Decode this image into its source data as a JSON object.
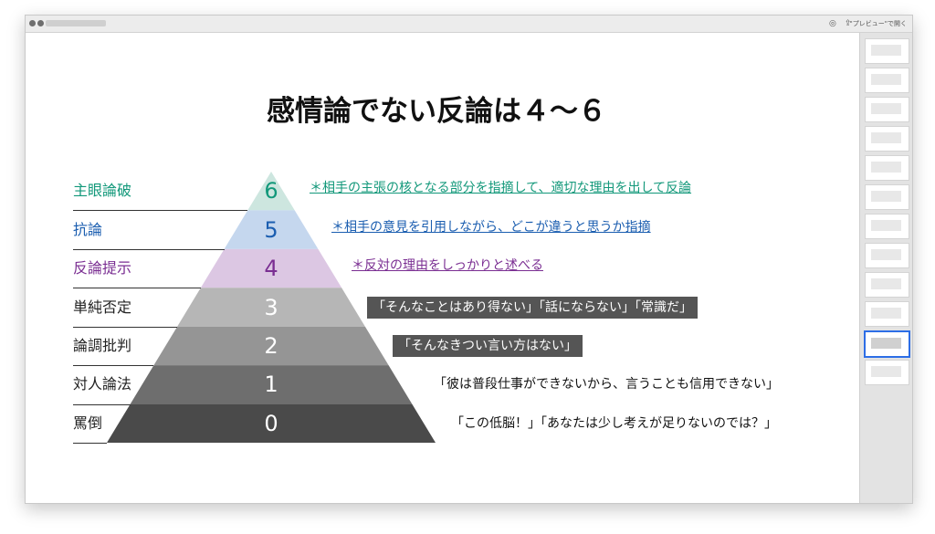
{
  "window": {
    "open_in_preview": "\"プレビュー\"で開く",
    "icons": [
      "traffic-light-close-icon",
      "traffic-light-minimize-icon",
      "rotate-icon",
      "share-icon"
    ]
  },
  "slide": {
    "title": "感情論でない反論は４～６",
    "levels": [
      {
        "num": "6",
        "label": "主眼論破",
        "color": "#12987a",
        "fill": "#cde6df",
        "num_color": "#12987a",
        "desc": "＊相手の主張の核となる部分を指摘して、適切な理由を出して反論",
        "desc_style": "link",
        "desc_color": "#12987a"
      },
      {
        "num": "5",
        "label": "抗論",
        "color": "#1b5eb0",
        "fill": "#c5d7ee",
        "num_color": "#1b5eb0",
        "desc": "＊相手の意見を引用しながら、どこが違うと思うか指摘",
        "desc_style": "link",
        "desc_color": "#1b5eb0"
      },
      {
        "num": "4",
        "label": "反論提示",
        "color": "#7a2e92",
        "fill": "#dcc7e3",
        "num_color": "#7a2e92",
        "desc": "＊反対の理由をしっかりと述べる",
        "desc_style": "link",
        "desc_color": "#7a2e92"
      },
      {
        "num": "3",
        "label": "単純否定",
        "color": "#222222",
        "fill": "#b6b6b6",
        "num_color": "#ffffff",
        "desc": "「そんなことはあり得ない」「話にならない」「常識だ」",
        "desc_style": "box",
        "desc_color": "#ffffff"
      },
      {
        "num": "2",
        "label": "論調批判",
        "color": "#222222",
        "fill": "#959595",
        "num_color": "#ffffff",
        "desc": "「そんなきつい言い方はない」",
        "desc_style": "box",
        "desc_color": "#ffffff"
      },
      {
        "num": "1",
        "label": "対人論法",
        "color": "#222222",
        "fill": "#6e6e6e",
        "num_color": "#ffffff",
        "desc": "「彼は普段仕事ができないから、言うことも信用できない」",
        "desc_style": "plain",
        "desc_color": "#111111"
      },
      {
        "num": "0",
        "label": "罵倒",
        "color": "#222222",
        "fill": "#4a4a4a",
        "num_color": "#ffffff",
        "desc": "「この低脳！」「あなたは少し考えが足りないのでは？」",
        "desc_style": "plain",
        "desc_color": "#111111"
      }
    ]
  },
  "sidebar": {
    "thumbnail_count": 12,
    "selected_index": 10
  }
}
